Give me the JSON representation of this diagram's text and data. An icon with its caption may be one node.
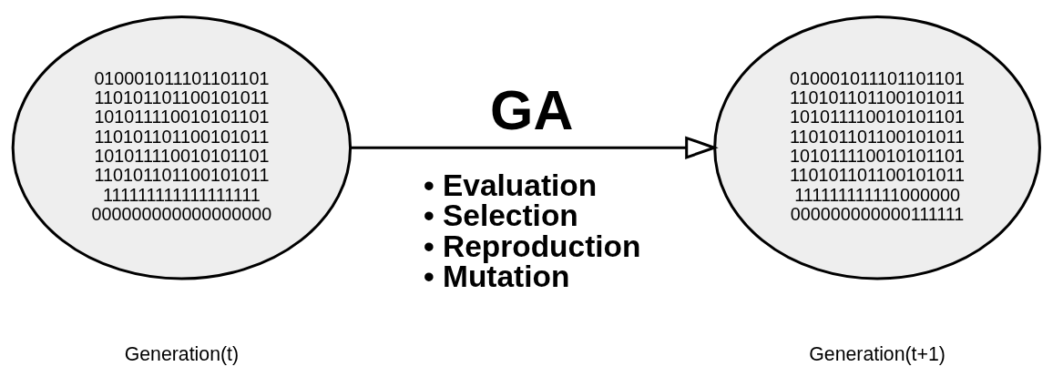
{
  "diagram": {
    "nodes": [
      {
        "text": [
          "010001011101101101",
          "110101101100101011",
          "101011110010101101",
          "110101101100101011",
          "101011110010101101",
          "110101101100101011",
          "111111111111111111",
          "000000000000000000"
        ],
        "beside": [
          "Generation(t)"
        ]
      },
      {
        "text": [
          "010001011101101101",
          "110101101100101011",
          "101011110010101101",
          "110101101100101011",
          "101011110010101101",
          "110101101100101011",
          "111111111111000000",
          "000000000000111111"
        ],
        "beside": [
          "Generation(t+1)"
        ]
      }
    ],
    "edges": [
      {
        "from": 0,
        "to": 1,
        "arrow": "to",
        "label": "GA"
      }
    ],
    "labels": [
      "• Evaluation",
      "• Selection",
      "• Reproduction",
      "• Mutation"
    ]
  }
}
